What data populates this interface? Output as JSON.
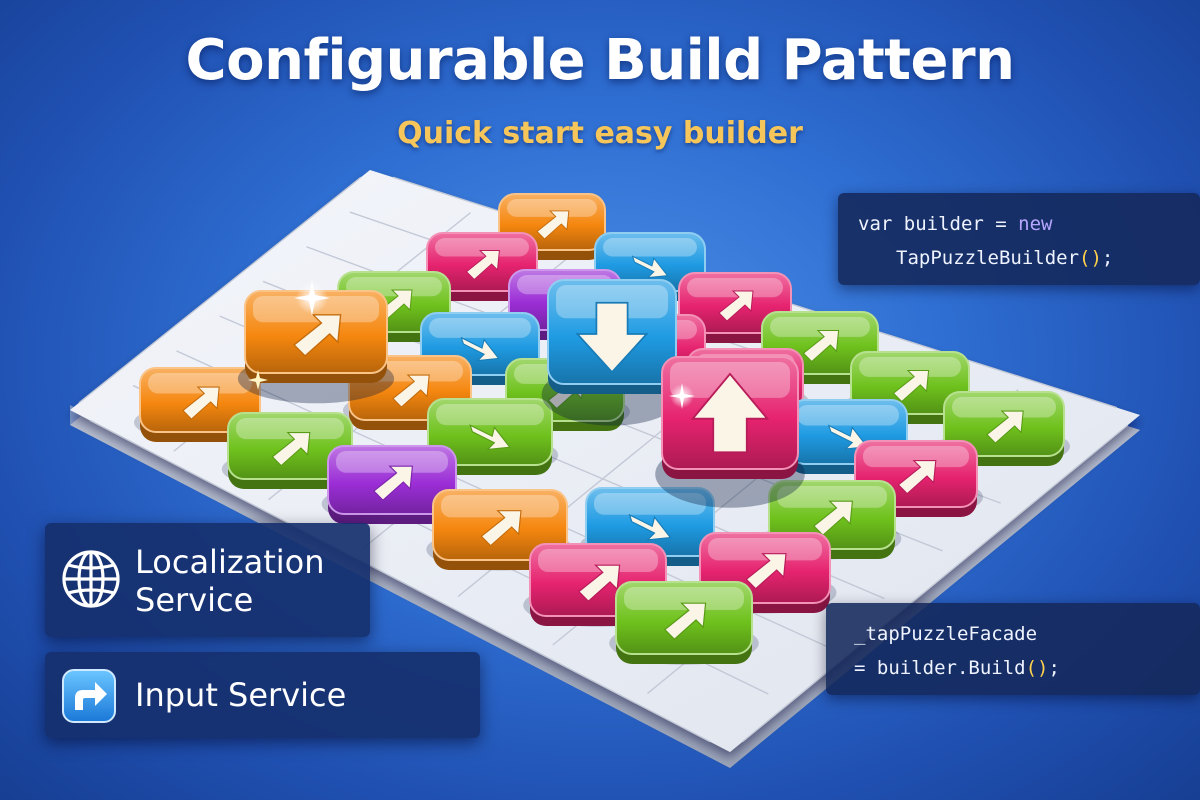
{
  "header": {
    "title": "Configurable Build Pattern",
    "subtitle": "Quick start easy builder"
  },
  "code_snippets": {
    "builder_init": {
      "line1_text": "var builder = ",
      "line1_keyword": "new",
      "line2_text": "TapPuzzleBuilder",
      "line2_parens": "()",
      "line2_end": ";"
    },
    "builder_build": {
      "line1_text": "_tapPuzzleFacade",
      "line2_text": "= builder.Build",
      "line2_parens": "()",
      "line2_end": ";"
    }
  },
  "services": {
    "localization": {
      "icon": "globe-icon",
      "line1": "Localization",
      "line2": "Service"
    },
    "input": {
      "icon": "redirect-arrow-icon",
      "label": "Input Service"
    }
  },
  "colors": {
    "orange": "#f5870f",
    "pink": "#e6236f",
    "green": "#6fc21d",
    "blue": "#1f9be3",
    "purple": "#9b2ed6",
    "subtitle": "#f7c65a",
    "panel": "#16306e"
  },
  "tile_arrow_directions": [
    "up-right",
    "down-right",
    "down",
    "up"
  ]
}
